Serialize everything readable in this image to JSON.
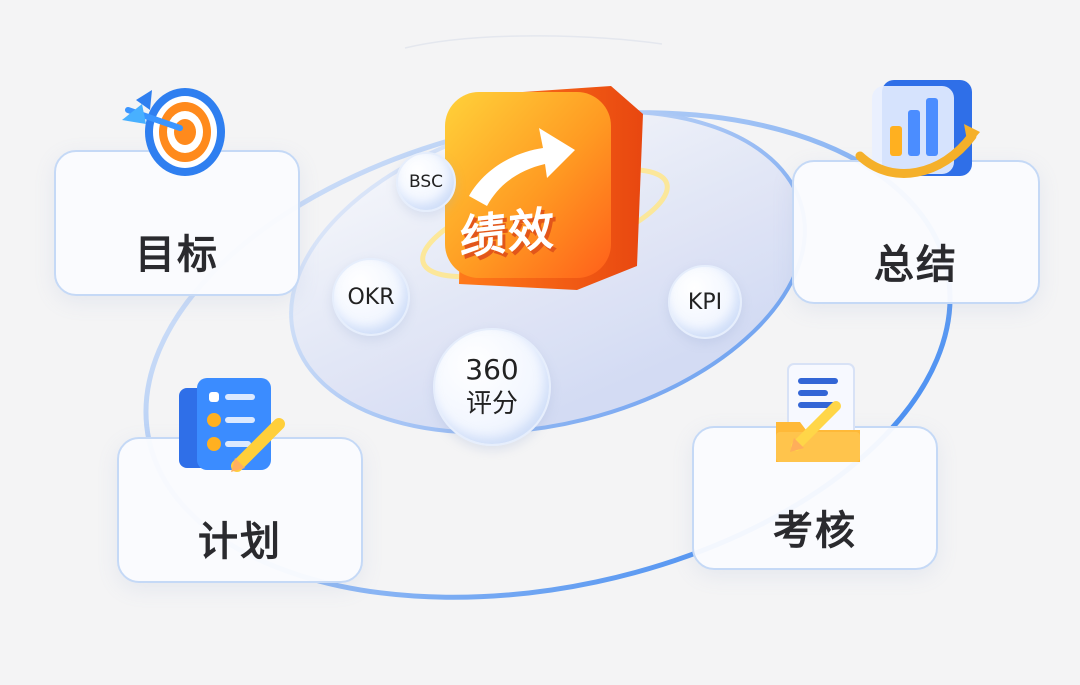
{
  "cards": {
    "goal": "目标",
    "plan": "计划",
    "summary": "总结",
    "review": "考核"
  },
  "center": {
    "badge_text": "绩效"
  },
  "bubbles": {
    "bsc": "BSC",
    "okr": "OKR",
    "kpi": "KPI",
    "rating_number": "360",
    "rating_text": "评分"
  },
  "colors": {
    "card_border": "#c5d9f6",
    "ring_blue": "#3a86ef",
    "badge_orange": "#ff7a1a",
    "badge_yellow": "#ffd23a"
  },
  "icons": [
    "target-icon",
    "checklist-icon",
    "chart-icon",
    "folder-edit-icon",
    "up-arrow-icon"
  ]
}
